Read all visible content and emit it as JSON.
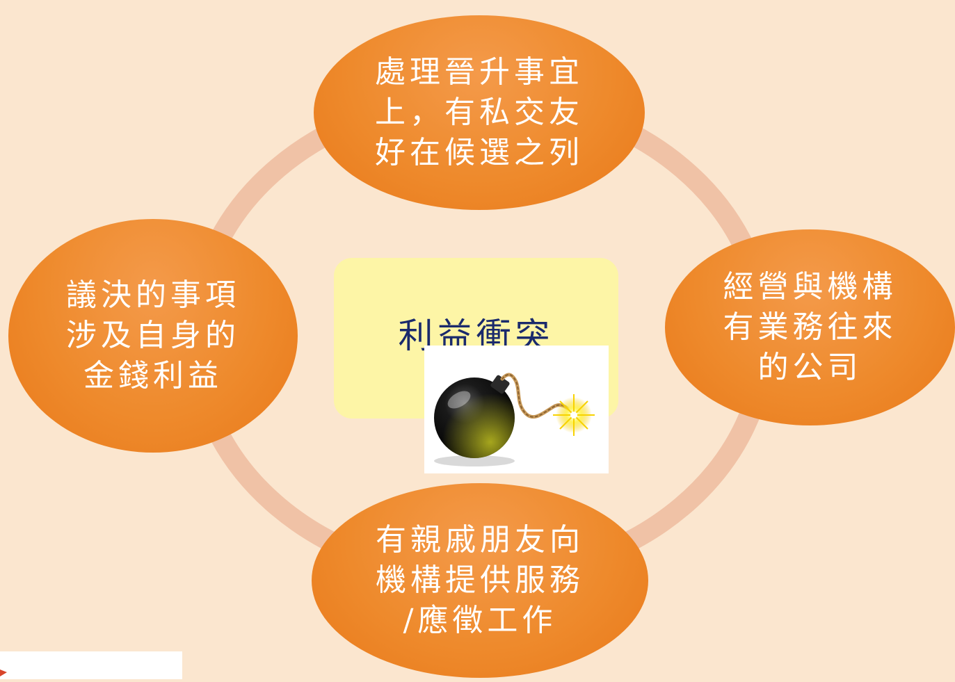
{
  "center": {
    "label": "利益衝突"
  },
  "nodes": {
    "top": {
      "lines": [
        "處理晉升事宜",
        "上，有私交友",
        "好在候選之列"
      ]
    },
    "left": {
      "lines": [
        "議決的事項",
        "涉及自身的",
        "金錢利益"
      ]
    },
    "right": {
      "lines": [
        "經營與機構",
        "有業務往來",
        "的公司"
      ]
    },
    "bottom": {
      "lines": [
        "有親戚朋友向",
        "機構提供服務",
        "/應徵工作"
      ]
    }
  },
  "colors": {
    "background": "#fbe6cf",
    "ring": "#f0c2a6",
    "node": "#ee8a2c",
    "center_box": "#fdf5a6",
    "center_text": "#1a2a6c"
  },
  "icons": {
    "bomb": "bomb-icon"
  }
}
